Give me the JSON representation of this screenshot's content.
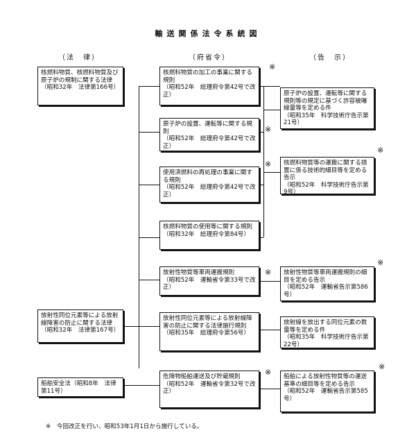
{
  "title": "輸送関係法令系統図",
  "columns": {
    "law": "（法　律）",
    "ordinance": "（府省令）",
    "notice": "（告　示）"
  },
  "laws": [
    "核燃料物質、核燃料物質及び原子炉の規制に関する法律\n（昭和32年　法律第166号）",
    "放射性同位元素等による放射線障害の防止に関する法律\n（昭和32年　法律第167号）",
    "船舶安全法（昭和8年　法律第11号）"
  ],
  "ordinances": [
    "核燃料物質の加工の事業に関する規則\n（昭和52年　総理府令第42号で改正）",
    "原子炉の設置、運転等に関する規則\n（昭和52年　総理府令第42号で改正）",
    "使用済燃料の再処理の事業に関する規則\n（昭和52年　総理府令第42号で改正）",
    "核燃料物質の使用等に関する規則\n（昭和32年　総理府令第84号）",
    "放射性物質等車両運搬規則\n（昭和52年　運輸省令第33号で改正）",
    "放射性同位元素等による放射線障害の防止に関する法律施行規則\n（昭和35年　総理府令第56号）",
    "危険物船舶運送及び貯蔵規則\n（昭和52年　運輸省令第32号で改正）"
  ],
  "notices": [
    "原子炉の設置、運転等に関する規則等の規定に基づく許容被曝線量等を定める件\n（昭和35年　科学技術庁告示第21号）",
    "核燃料物質等の運搬に関する措置に係る技術的細目等を定める告示\n（昭和52年　科学技術庁告示第9号）",
    "放射性物質等車両運搬規則の細目を定める告示\n（昭和52年　運輸省告示第586号）",
    "放射線を放出する同位元素の数量等を定める件\n（昭和35年　科学技術庁告示第22号）",
    "船舶による放射性物質等の運送基準の細目等を定める告示\n（昭和52年　運輸省告示第585号）"
  ],
  "mark": "※",
  "footnote": "※　今回改正を行い、昭和53年1月1日から施行している。"
}
